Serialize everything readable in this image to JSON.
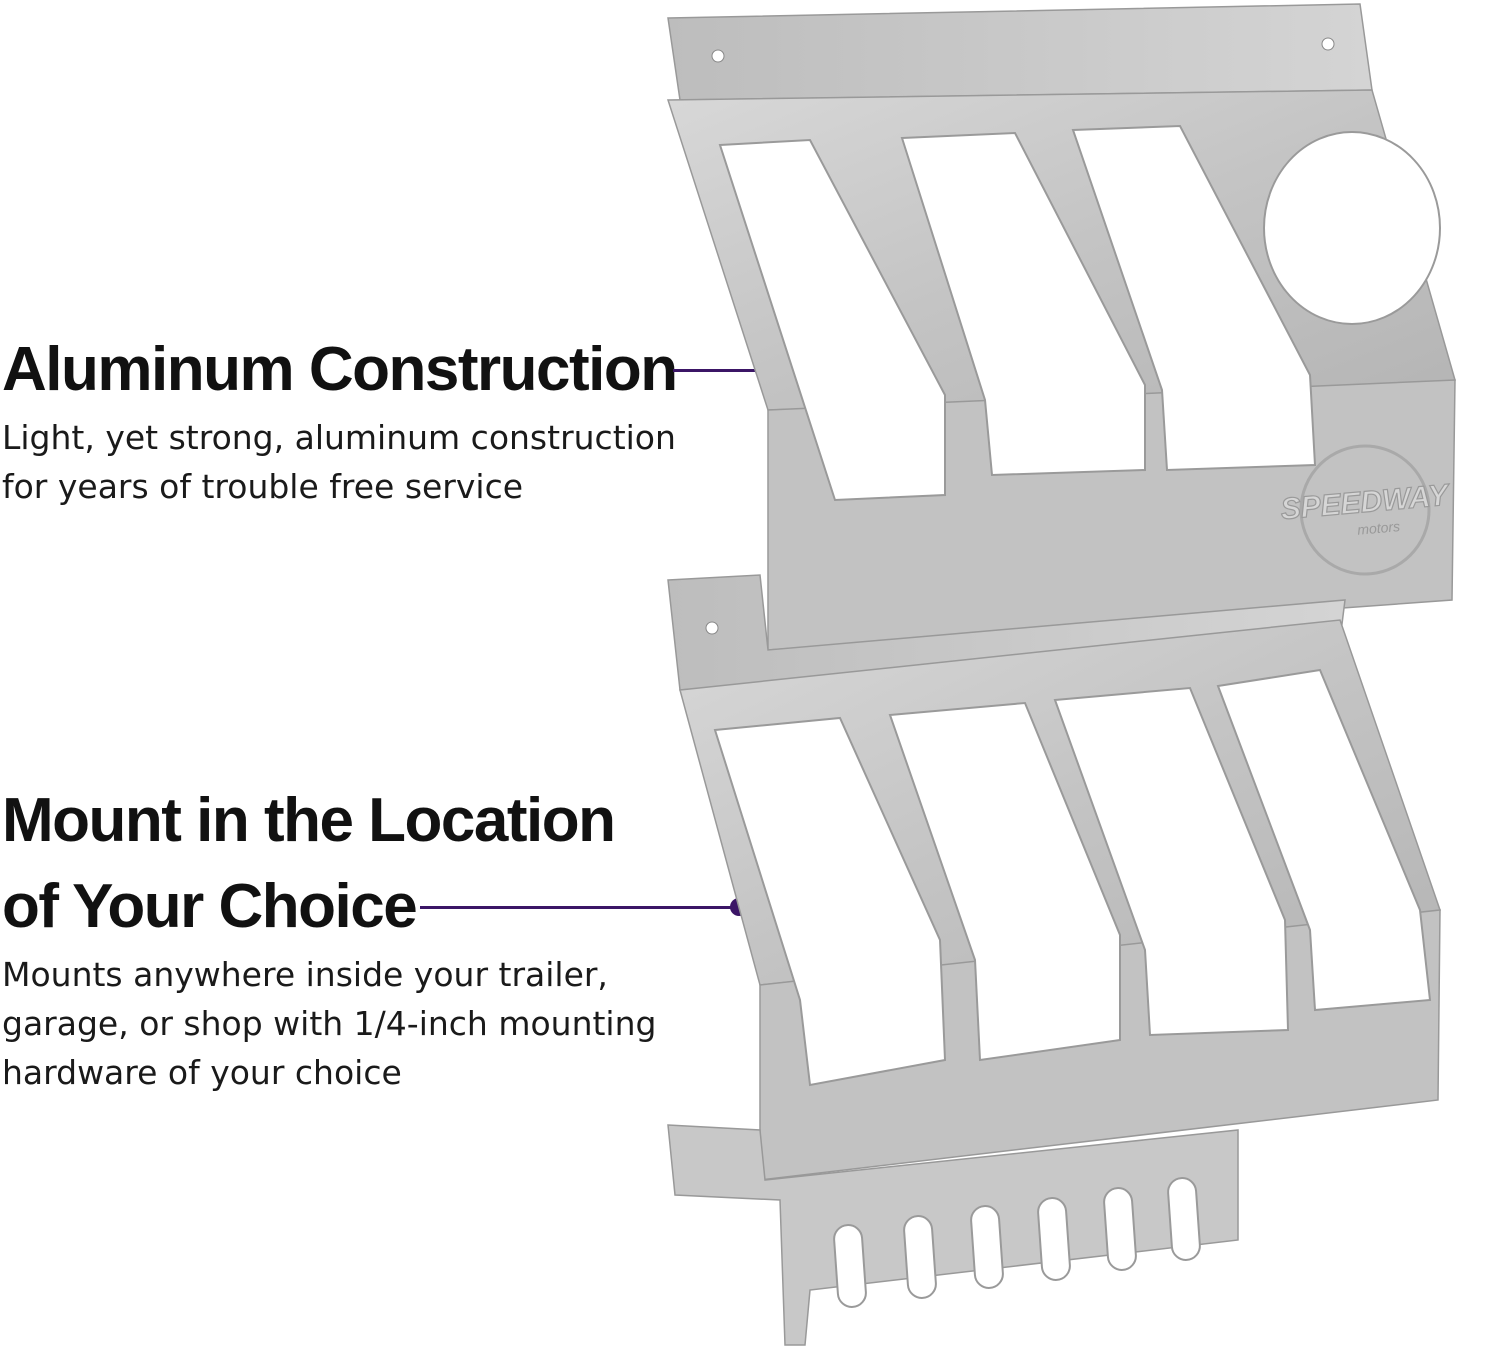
{
  "features": [
    {
      "title": "Aluminum Construction",
      "description": "Light, yet strong, aluminum construction\nfor years of trouble free service"
    },
    {
      "title_line1": "Mount in the Location",
      "title_line2": "of Your Choice",
      "description": "Mounts anywhere inside your trailer,\ngarage, or shop with 1/4-inch mounting\nhardware of your choice"
    }
  ],
  "product": {
    "logo_text": "SPEEDWAY",
    "logo_subtext": "motors"
  },
  "colors": {
    "accent": "#3b1566",
    "metal": "#c9c9c9",
    "metal_dark": "#a8a8a8",
    "background": "#ffffff"
  }
}
